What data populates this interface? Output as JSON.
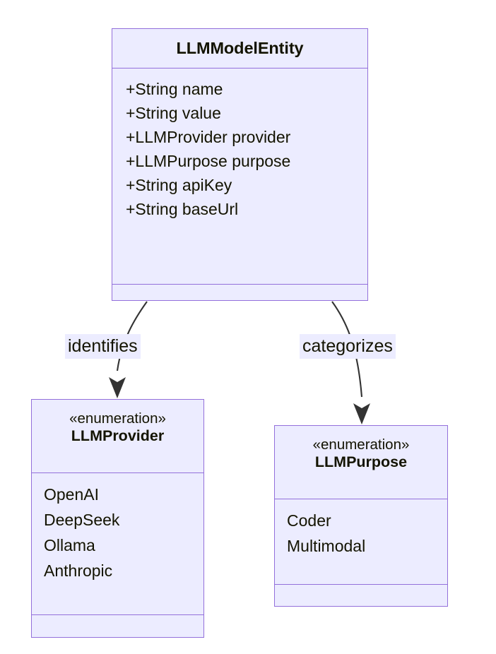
{
  "diagram": {
    "type": "uml-class-diagram",
    "colors": {
      "node_fill": "#ececff",
      "node_border": "#9370db",
      "text": "#131300",
      "edge": "#333333",
      "label_background": "#ececff",
      "canvas_background": "#ffffff"
    },
    "nodes": [
      {
        "id": "llmmodelentity",
        "kind": "class",
        "title": "LLMModelEntity",
        "stereotype": "",
        "members": [
          "+String name",
          "+String value",
          "+LLMProvider provider",
          "+LLMPurpose purpose",
          "+String apiKey",
          "+String baseUrl"
        ],
        "methods": []
      },
      {
        "id": "llmprovider",
        "kind": "enumeration",
        "stereotype": "«enumeration»",
        "title": "LLMProvider",
        "members": [
          "OpenAI",
          "DeepSeek",
          "Ollama",
          "Anthropic"
        ],
        "methods": []
      },
      {
        "id": "llmpurpose",
        "kind": "enumeration",
        "stereotype": "«enumeration»",
        "title": "LLMPurpose",
        "members": [
          "Coder",
          "Multimodal"
        ],
        "methods": []
      }
    ],
    "edges": [
      {
        "id": "identifies",
        "from": "llmmodelentity",
        "to": "llmprovider",
        "label": "identifies",
        "arrow": "solid-triangle"
      },
      {
        "id": "categorizes",
        "from": "llmmodelentity",
        "to": "llmpurpose",
        "label": "categorizes",
        "arrow": "solid-triangle"
      }
    ]
  }
}
